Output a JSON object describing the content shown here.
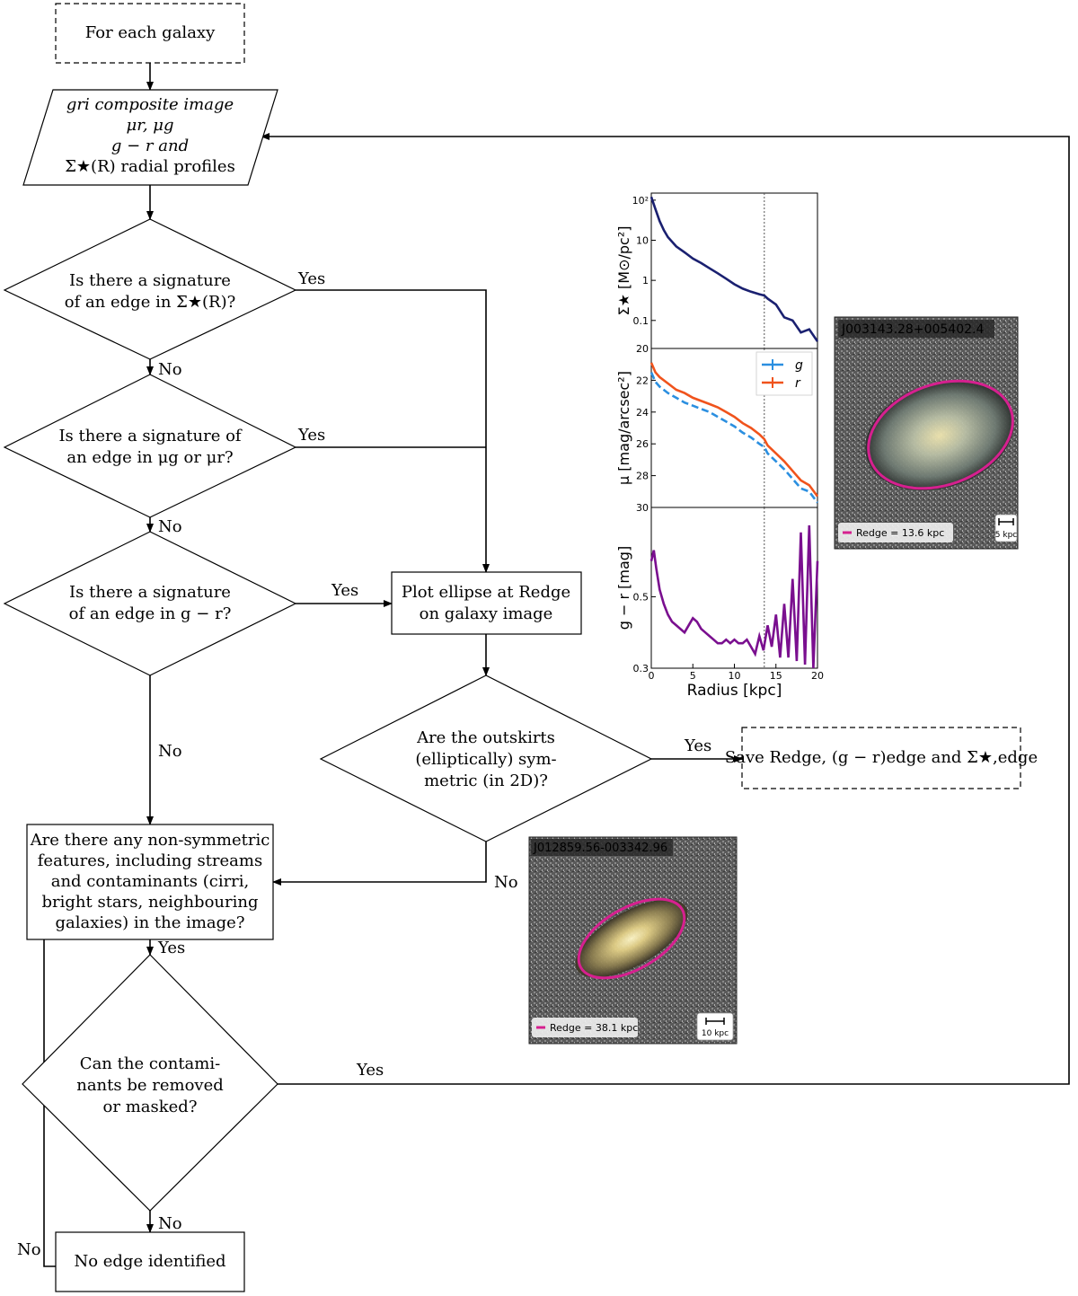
{
  "flowchart": {
    "start": "For each galaxy",
    "input": {
      "line1": "gri composite image",
      "line2": "μr, μg",
      "line3": "g − r and",
      "line4": "Σ★(R) radial profiles"
    },
    "q1": {
      "line1": "Is there a signature",
      "line2": "of an edge in Σ★(R)?"
    },
    "q2": {
      "line1": "Is there a signature of",
      "line2": "an edge in μg or μr?"
    },
    "q3": {
      "line1": "Is there a signature",
      "line2": "of an edge in g − r?"
    },
    "plot": {
      "line1": "Plot ellipse at Redge",
      "line2": "on galaxy image"
    },
    "q4": {
      "line1": "Are the outskirts",
      "line2": "(elliptically) sym-",
      "line3": "metric (in 2D)?"
    },
    "save": "Save Redge, (g − r)edge and Σ★,edge",
    "q5": {
      "line1": "Are there any non-symmetric",
      "line2": "features, including streams",
      "line3": "and contaminants (cirri,",
      "line4": "bright stars, neighbouring",
      "line5": "galaxies) in the image?"
    },
    "q6": {
      "line1": "Can the contami-",
      "line2": "nants be removed",
      "line3": "or masked?"
    },
    "end": "No edge identified",
    "labels": {
      "yes": "Yes",
      "no": "No"
    }
  },
  "galaxy_images": [
    {
      "id_label": "J003143.28+005402.4",
      "legend": "Redge = 13.6 kpc",
      "scale": "5 kpc",
      "ellipse_color": "#d6208f"
    },
    {
      "id_label": "J012859.56-003342.96",
      "legend": "Redge = 38.1 kpc",
      "scale": "10 kpc",
      "ellipse_color": "#d6208f"
    }
  ],
  "chart_data": [
    {
      "type": "line",
      "ylabel": "Σ★ [M⊙/pc²]",
      "y_scale": "log",
      "ylim": [
        0.02,
        150
      ],
      "xlim": [
        0,
        20
      ],
      "yticks": [
        "10²",
        "10",
        "1",
        "0.1"
      ],
      "edge_radius": 13.6,
      "series": [
        {
          "color": "#1a2070",
          "x": [
            0,
            0.5,
            1,
            1.5,
            2,
            3,
            4,
            5,
            6,
            7,
            8,
            9,
            10,
            11,
            12,
            13,
            13.6,
            14,
            15,
            16,
            17,
            18,
            19,
            20
          ],
          "y": [
            120,
            60,
            30,
            18,
            12,
            7,
            5,
            3.5,
            2.7,
            2.0,
            1.5,
            1.1,
            0.8,
            0.62,
            0.52,
            0.45,
            0.42,
            0.35,
            0.25,
            0.12,
            0.1,
            0.05,
            0.06,
            0.03
          ]
        }
      ]
    },
    {
      "type": "line",
      "ylabel": "μ [mag/arcsec²]",
      "y_inverted": true,
      "ylim": [
        30,
        20
      ],
      "xlim": [
        0,
        20
      ],
      "yticks": [
        "20",
        "22",
        "24",
        "26",
        "28",
        "30"
      ],
      "edge_radius": 13.6,
      "series": [
        {
          "name": "g",
          "color": "#2b8fe0",
          "dash": true,
          "x": [
            0,
            0.5,
            1,
            2,
            3,
            4,
            5,
            6,
            7,
            8,
            9,
            10,
            11,
            12,
            13,
            13.6,
            14,
            15,
            16,
            17,
            18,
            19,
            20
          ],
          "y": [
            21.5,
            22.1,
            22.4,
            22.8,
            23.1,
            23.4,
            23.6,
            23.8,
            24.0,
            24.3,
            24.6,
            24.9,
            25.3,
            25.6,
            26.0,
            26.2,
            26.6,
            27.1,
            27.6,
            28.2,
            28.8,
            29.0,
            29.7
          ]
        },
        {
          "name": "r",
          "color": "#f0531c",
          "x": [
            0,
            0.5,
            1,
            2,
            3,
            4,
            5,
            6,
            7,
            8,
            9,
            10,
            11,
            12,
            13,
            13.6,
            14,
            15,
            16,
            17,
            18,
            19,
            20
          ],
          "y": [
            20.9,
            21.5,
            21.8,
            22.2,
            22.6,
            22.8,
            23.1,
            23.3,
            23.5,
            23.7,
            24.0,
            24.3,
            24.7,
            25.0,
            25.4,
            25.7,
            26.1,
            26.6,
            27.1,
            27.7,
            28.3,
            28.6,
            29.3
          ]
        }
      ]
    },
    {
      "type": "line",
      "ylabel": "g − r [mag]",
      "xlabel": "Radius [kpc]",
      "ylim": [
        0.3,
        0.75
      ],
      "xlim": [
        0,
        20
      ],
      "yticks": [
        "0.5",
        "0.3"
      ],
      "xticks": [
        "0",
        "5",
        "10",
        "15",
        "20"
      ],
      "edge_radius": 13.6,
      "series": [
        {
          "color": "#7a0f8f",
          "x": [
            0,
            0.3,
            0.6,
            1,
            1.5,
            2,
            2.5,
            3,
            3.5,
            4,
            4.5,
            5,
            5.5,
            6,
            6.5,
            7,
            7.5,
            8,
            8.5,
            9,
            9.5,
            10,
            10.5,
            11,
            11.5,
            12,
            12.5,
            13,
            13.5,
            14,
            14.5,
            15,
            15.5,
            16,
            16.5,
            17,
            17.5,
            18,
            18.5,
            19,
            19.5,
            20
          ],
          "y": [
            0.6,
            0.63,
            0.58,
            0.52,
            0.48,
            0.45,
            0.43,
            0.42,
            0.41,
            0.4,
            0.42,
            0.44,
            0.43,
            0.41,
            0.4,
            0.39,
            0.38,
            0.37,
            0.37,
            0.38,
            0.37,
            0.38,
            0.37,
            0.37,
            0.38,
            0.36,
            0.34,
            0.39,
            0.35,
            0.42,
            0.36,
            0.45,
            0.33,
            0.48,
            0.33,
            0.55,
            0.32,
            0.68,
            0.31,
            0.7,
            0.3,
            0.6
          ]
        }
      ]
    }
  ]
}
